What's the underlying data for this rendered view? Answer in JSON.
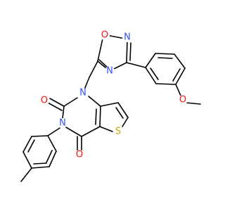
{
  "colors": {
    "bond": "#000000",
    "oxygen": "#ff0d0d",
    "nitrogen": "#3050f8",
    "sulfur": "#c8a400",
    "background": "#ffffff"
  },
  "atoms": [
    {
      "id": "o_ring",
      "label": "O",
      "element": "oxygen"
    },
    {
      "id": "n_ring_top",
      "label": "N",
      "element": "nitrogen"
    },
    {
      "id": "n_ring_low",
      "label": "N",
      "element": "nitrogen"
    },
    {
      "id": "o_methoxy",
      "label": "O",
      "element": "oxygen"
    },
    {
      "id": "n1",
      "label": "N",
      "element": "nitrogen"
    },
    {
      "id": "o_c2",
      "label": "O",
      "element": "oxygen"
    },
    {
      "id": "n3",
      "label": "N",
      "element": "nitrogen"
    },
    {
      "id": "s_thio",
      "label": "S",
      "element": "sulfur"
    },
    {
      "id": "o_c4",
      "label": "O",
      "element": "oxygen"
    }
  ]
}
